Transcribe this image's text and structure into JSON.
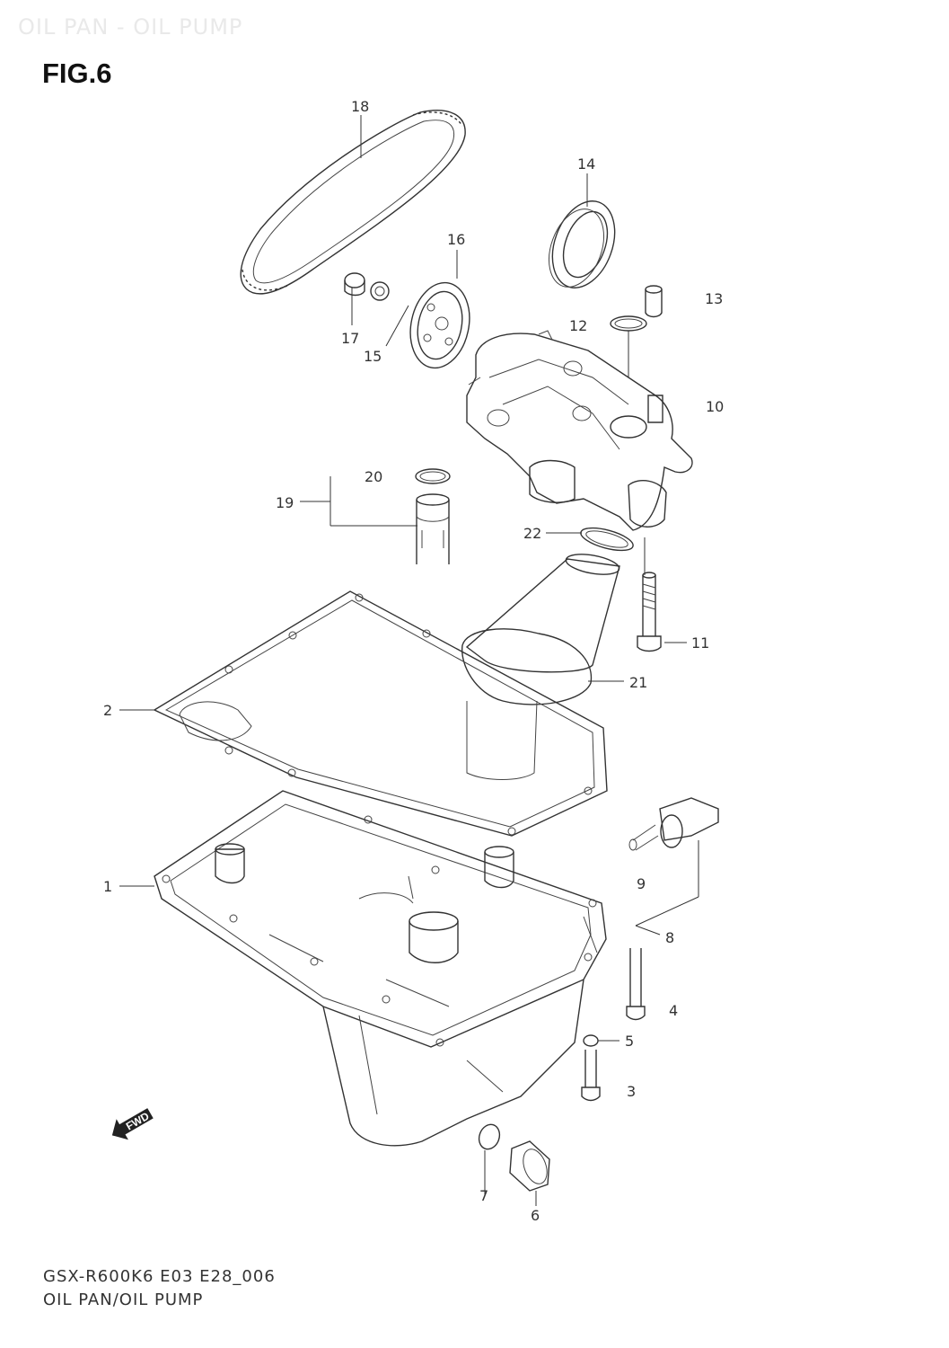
{
  "watermark": "OIL PAN - OIL PUMP",
  "figure": {
    "title": "FIG.6"
  },
  "footer": {
    "code": "GSX-R600K6 E03 E28_006",
    "name": "OIL PAN/OIL PUMP"
  },
  "direction_marker": {
    "label": "FWD",
    "icon": "forward-arrow-icon"
  },
  "callouts": [
    "1",
    "2",
    "3",
    "4",
    "5",
    "6",
    "7",
    "8",
    "9",
    "10",
    "11",
    "12",
    "13",
    "14",
    "15",
    "16",
    "17",
    "18",
    "19",
    "20",
    "21",
    "22"
  ]
}
